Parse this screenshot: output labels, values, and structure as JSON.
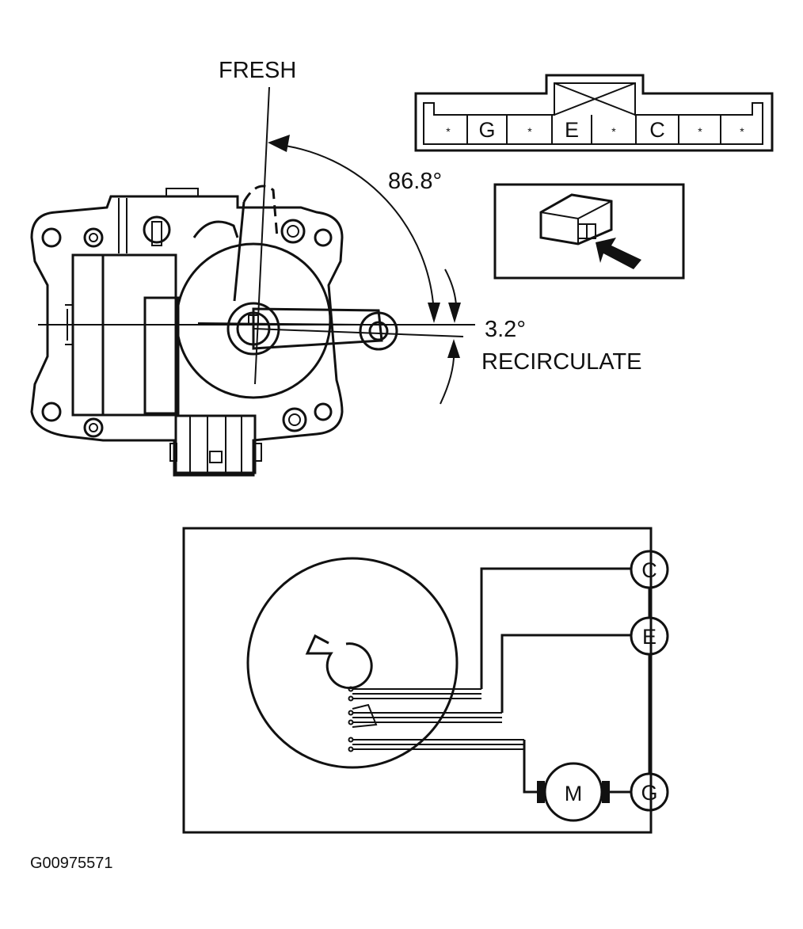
{
  "actuator": {
    "fresh_label": "FRESH",
    "recirculate_label": "RECIRCULATE",
    "angle_fresh": "86.8°",
    "angle_recirc": "3.2°"
  },
  "connector": {
    "pins": [
      "*",
      "G",
      "*",
      "E",
      "*",
      "C",
      "*",
      "*"
    ]
  },
  "schematic": {
    "terminals": [
      "C",
      "E",
      "G"
    ],
    "motor_label": "M"
  },
  "figure_code": "G00975571"
}
